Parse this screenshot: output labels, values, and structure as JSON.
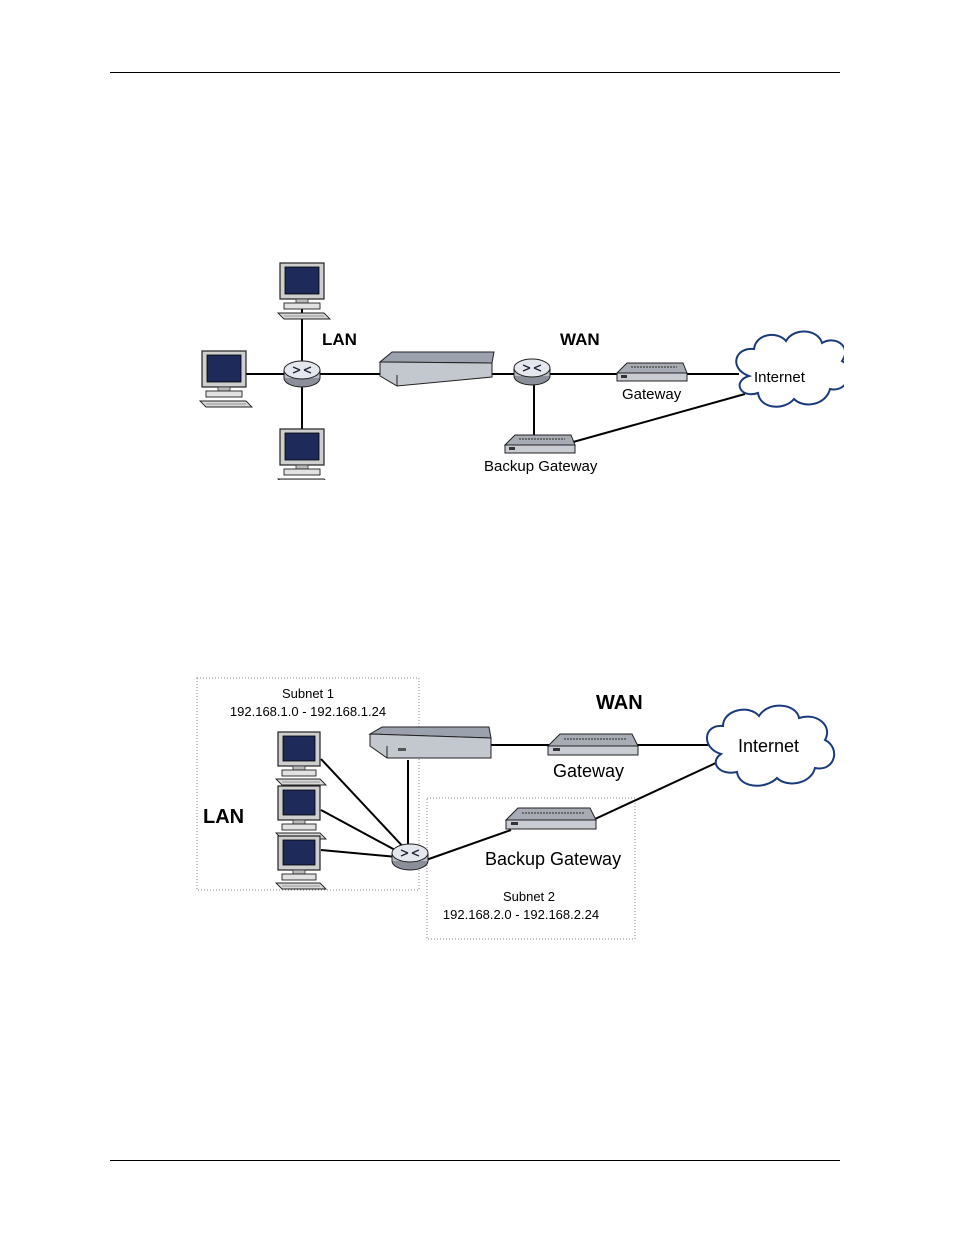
{
  "figure1": {
    "lan_label": "LAN",
    "wan_label": "WAN",
    "internet_label": "Internet",
    "gateway_label": "Gateway",
    "backup_gateway_label": "Backup Gateway"
  },
  "figure2": {
    "subnet1_title": "Subnet 1",
    "subnet1_range": "192.168.1.0 - 192.168.1.24",
    "wan_label": "WAN",
    "internet_label": "Internet",
    "gateway_label": "Gateway",
    "lan_label": "LAN",
    "backup_gateway_label": "Backup Gateway",
    "subnet2_title": "Subnet 2",
    "subnet2_range": "192.168.2.0 - 192.168.2.24"
  }
}
